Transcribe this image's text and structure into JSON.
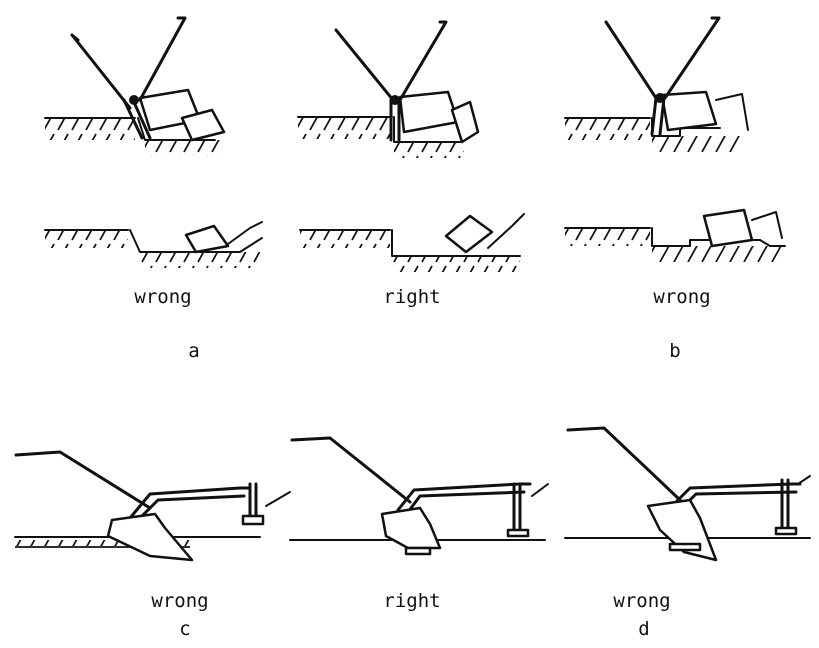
{
  "top_row": {
    "panel_left": {
      "caption": "wrong"
    },
    "panel_middle": {
      "caption": "right"
    },
    "panel_right": {
      "caption": "wrong"
    },
    "group_left_letter": "a",
    "group_right_letter": "b"
  },
  "bottom_row": {
    "panel_left": {
      "caption": "wrong",
      "letter": "c"
    },
    "panel_middle": {
      "caption": "right"
    },
    "panel_right": {
      "caption": "wrong",
      "letter": "d"
    }
  }
}
